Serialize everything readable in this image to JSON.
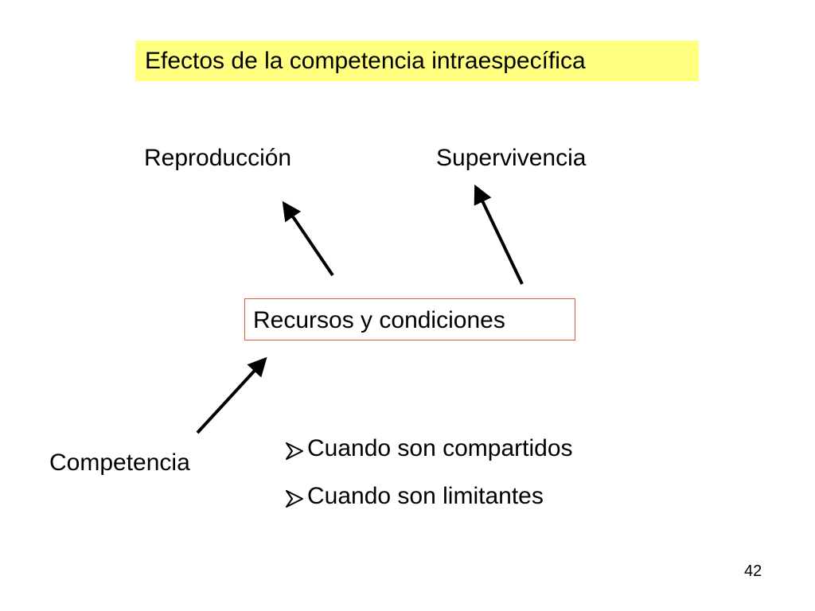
{
  "slide": {
    "title": "Efectos de la competencia intraespecífica",
    "title_bg_color": "#ffff80",
    "nodes": {
      "reproduccion": "Reproducción",
      "supervivencia": "Supervivencia",
      "recursos": "Recursos y condiciones",
      "competencia": "Competencia"
    },
    "box_border_color": "#e8593a",
    "bullets": [
      "Cuando son compartidos",
      "Cuando son limitantes"
    ],
    "bullet_icon": "arrow-bullet-icon",
    "bullet_icon_color": "#000000",
    "page_number": "42"
  }
}
